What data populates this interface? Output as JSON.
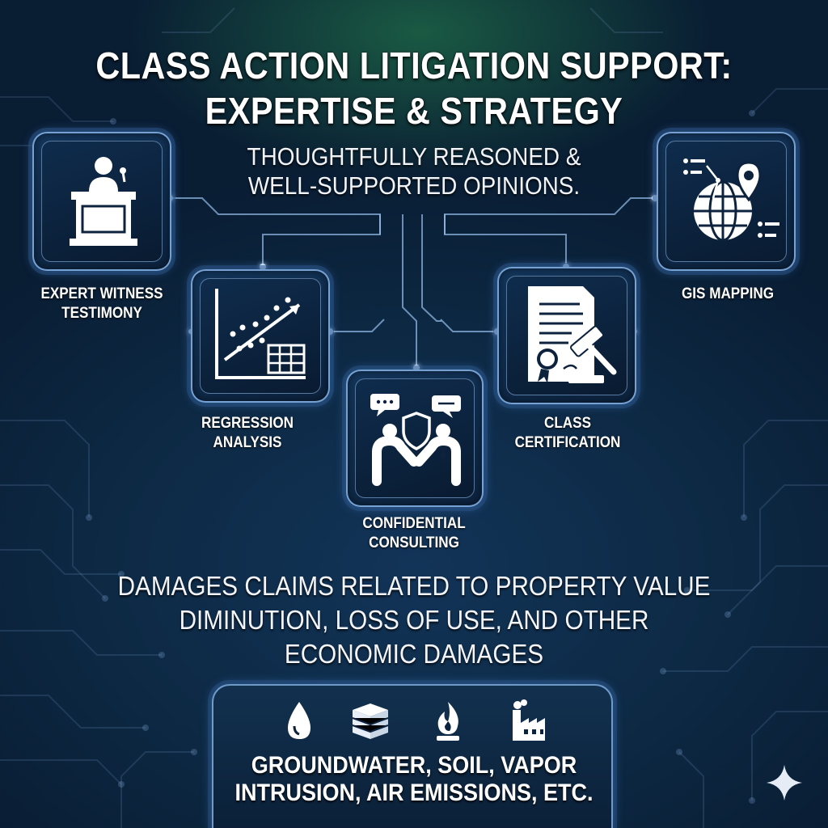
{
  "title": {
    "line1": "CLASS ACTION LITIGATION SUPPORT:",
    "line2": "EXPERTISE & STRATEGY"
  },
  "subtitle": {
    "line1": "THOUGHTFULLY REASONED &",
    "line2": "WELL-SUPPORTED OPINIONS."
  },
  "services": {
    "expert_witness": {
      "line1": "EXPERT WITNESS",
      "line2": "TESTIMONY",
      "icon": "podium-speaker-icon"
    },
    "regression": {
      "line1": "REGRESSION",
      "line2": "ANALYSIS",
      "icon": "scatter-chart-icon"
    },
    "consulting": {
      "line1": "CONFIDENTIAL",
      "line2": "CONSULTING",
      "icon": "handshake-shield-icon"
    },
    "class_cert": {
      "line1": "CLASS",
      "line2": "CERTIFICATION",
      "icon": "certificate-gavel-icon"
    },
    "gis": {
      "line1": "GIS MAPPING",
      "icon": "globe-location-icon"
    }
  },
  "damages": {
    "line1": "DAMAGES CLAIMS RELATED TO PROPERTY VALUE",
    "line2": "DIMINUTION, LOSS OF USE, AND OTHER",
    "line3": "ECONOMIC DAMAGES"
  },
  "contaminants": {
    "line1": "GROUNDWATER, SOIL, VAPOR",
    "line2": "INTRUSION, AIR EMISSIONS, ETC.",
    "icons": [
      "water-drop-icon",
      "soil-layers-icon",
      "flame-icon",
      "factory-icon"
    ]
  },
  "colors": {
    "background": "#0d2742",
    "glow": "#5aa0ff",
    "card_border": "#82afe1",
    "text": "#ffffff"
  }
}
